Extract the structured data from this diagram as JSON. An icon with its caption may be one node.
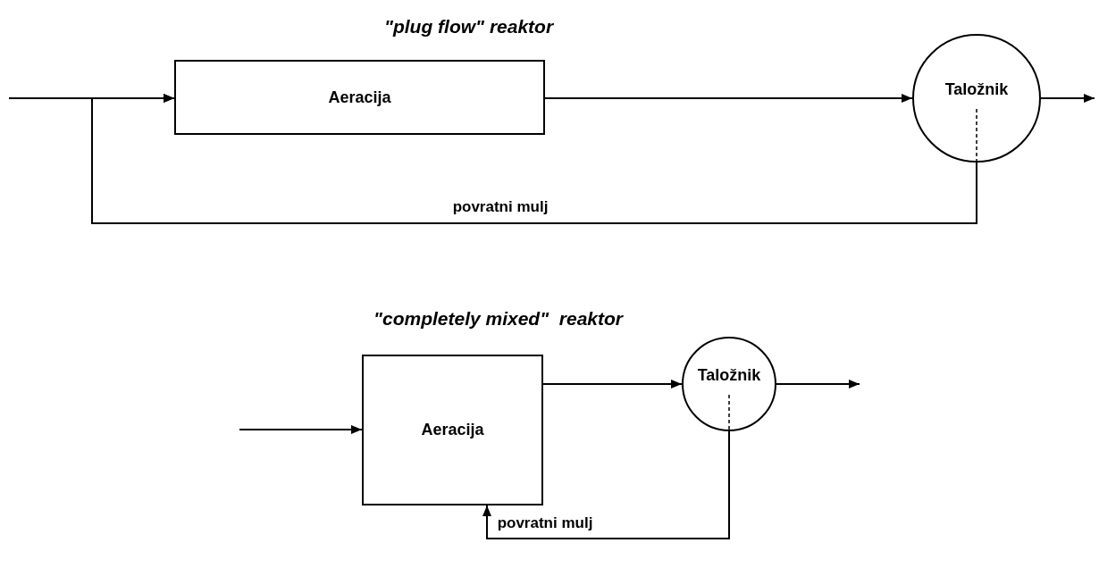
{
  "diagram": {
    "nodes": [
      {
        "text": [
          "Aeracija"
        ]
      },
      {
        "text": [
          "Taložnik"
        ]
      },
      {
        "text": [
          "Aeracija"
        ]
      },
      {
        "text": [
          "Taložnik"
        ]
      }
    ],
    "edges": [
      {
        "from": null,
        "to": 0,
        "arrow": "to"
      },
      {
        "from": 0,
        "to": 1,
        "arrow": "to"
      },
      {
        "from": 1,
        "to": null,
        "arrow": "to"
      },
      {
        "from": 1,
        "to": 0,
        "arrow": "to",
        "label": "povratni mulj"
      },
      {
        "from": null,
        "to": 2,
        "arrow": "to"
      },
      {
        "from": 2,
        "to": 3,
        "arrow": "to"
      },
      {
        "from": 3,
        "to": null,
        "arrow": "to"
      },
      {
        "from": 3,
        "to": 2,
        "arrow": "to",
        "label": "povratni mulj"
      }
    ],
    "labels": [
      "\"plug flow\" reaktor",
      "\"completely mixed\"  reaktor"
    ]
  }
}
